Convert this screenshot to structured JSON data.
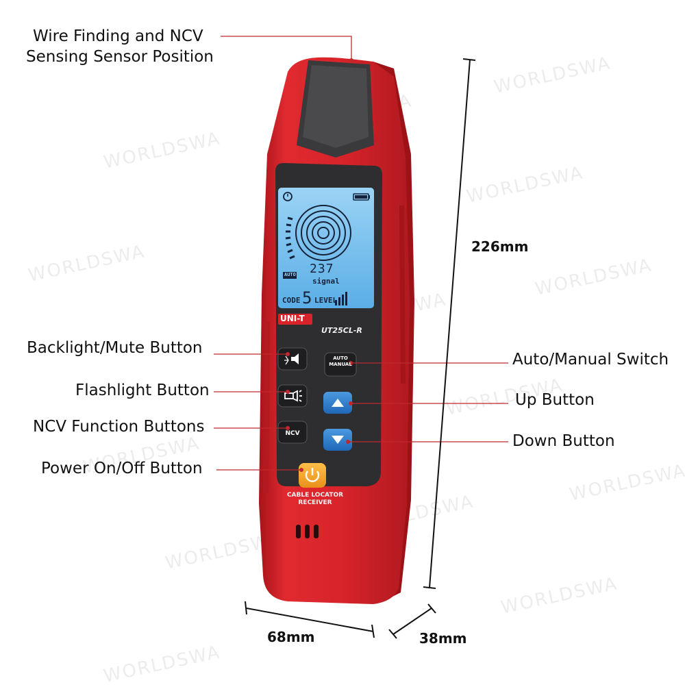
{
  "callouts": {
    "sensor": [
      "Wire Finding and NCV",
      "Sensing Sensor Position"
    ],
    "backlight": "Backlight/Mute Button",
    "flashlight": "Flashlight Button",
    "ncv": "NCV Function Buttons",
    "power": "Power On/Off Button",
    "auto_manual": "Auto/Manual Switch",
    "up": "Up Button",
    "down": "Down Button"
  },
  "dimensions": {
    "height": "226mm",
    "width": "68mm",
    "depth": "38mm"
  },
  "device": {
    "brand": "UNI-T",
    "model": "UT25CL-R",
    "footer": [
      "CABLE LOCATOR",
      "RECEIVER"
    ],
    "screen": {
      "mode_badge": "AUTO",
      "reading": "237",
      "reading_unit": "signal",
      "code_label": "CODE",
      "code_value": "5",
      "level_label": "LEVEL"
    },
    "buttons": {
      "auto_manual": [
        "AUTO",
        "MANUAL"
      ],
      "ncv": "NCV"
    }
  },
  "watermark": "WORLDSWA",
  "colors": {
    "body_red": "#d8232a",
    "dark_panel": "#3a3a3c",
    "lcd_blue": "#7ec3ee",
    "button_blue": "#2d7fd0",
    "power_orange": "#f5a623",
    "callout_line": "#c0282e"
  }
}
